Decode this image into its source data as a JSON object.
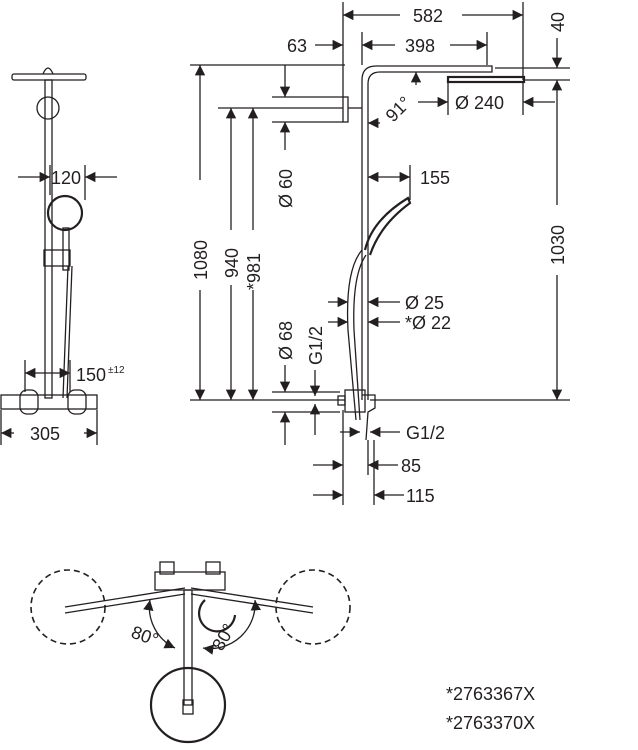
{
  "dimensions": {
    "front_width_120": "120",
    "front_spacing_150": "150",
    "front_spacing_tolerance": "±12",
    "front_width_305": "305",
    "height_1080": "1080",
    "height_940": "940",
    "height_981": "*981",
    "dia_60": "Ø 60",
    "dia_68": "Ø 68",
    "thread_left": "G1/2",
    "width_582": "582",
    "offset_63": "63",
    "arm_398": "398",
    "head_40": "40",
    "head_dia_240": "Ø 240",
    "angle_91": "91°",
    "hand_155": "155",
    "height_1030": "1030",
    "dia_25": "Ø 25",
    "dia_22": "*Ø 22",
    "thread_bottom": "G1/2",
    "depth_85": "85",
    "depth_115": "115",
    "angle_80_left": "80°",
    "angle_80_right": "80°"
  },
  "footnotes": [
    "*2763367X",
    "*2763370X"
  ]
}
